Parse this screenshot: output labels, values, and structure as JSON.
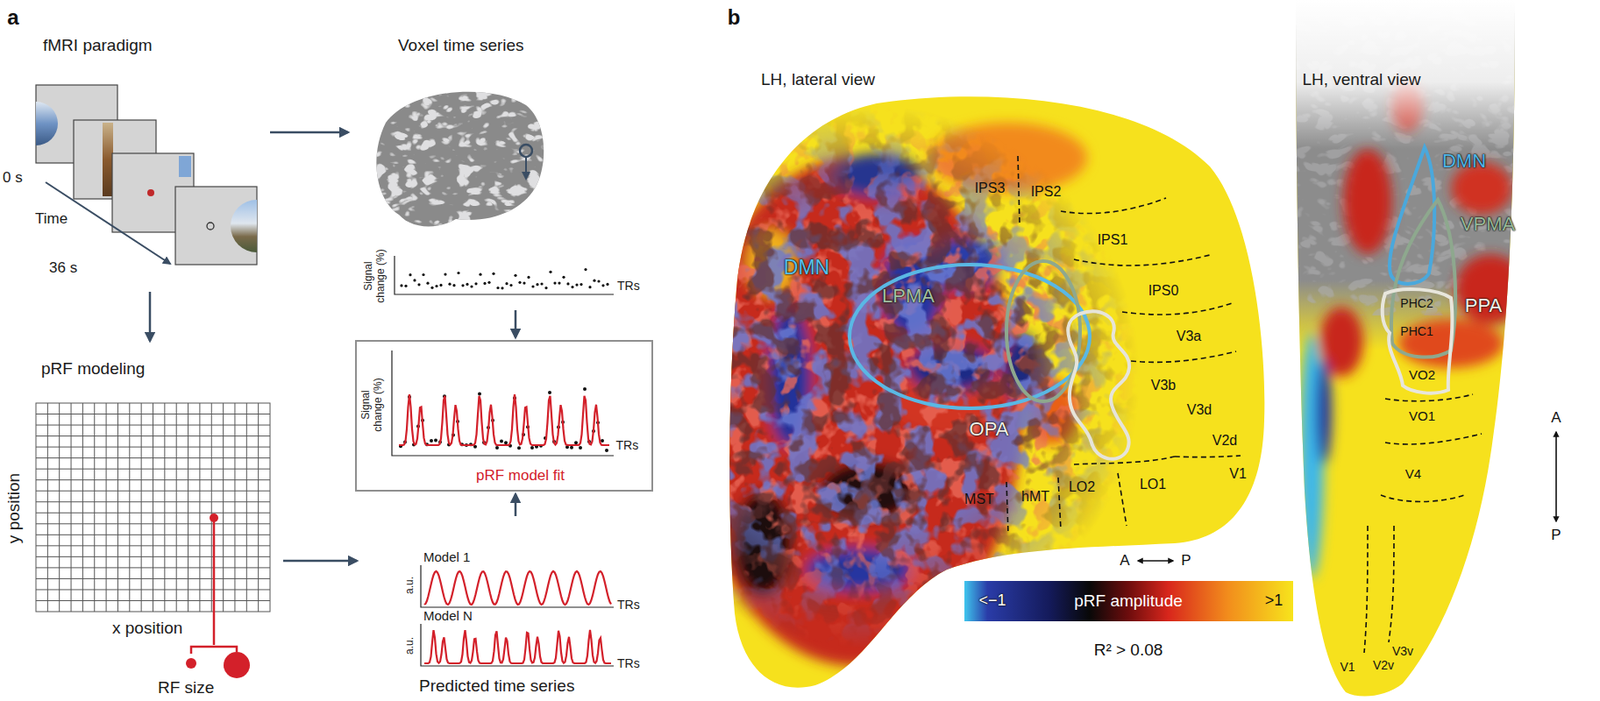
{
  "diagram": {
    "nodes": [
      {
        "text": [
          "fMRI paradigm",
          "0 s",
          "Time",
          "36 s"
        ]
      },
      {
        "text": [
          "Voxel time series",
          "Signal change (%)",
          "TRs"
        ]
      },
      {
        "text": [
          "Signal change (%)",
          "TRs",
          "pRF model fit"
        ]
      },
      {
        "text": [
          "pRF modeling",
          "y position",
          "x position",
          "RF size"
        ]
      },
      {
        "text": [
          "Model 1",
          "a.u.",
          "TRs",
          "Model N",
          "a.u.",
          "TRs",
          "Predicted time series"
        ]
      }
    ],
    "edges": [
      {
        "from": 0,
        "to": 1,
        "arrow": "to"
      },
      {
        "from": 0,
        "to": 3,
        "arrow": "to"
      },
      {
        "from": 1,
        "to": 2,
        "arrow": "to"
      },
      {
        "from": 3,
        "to": 4,
        "arrow": "to"
      },
      {
        "from": 4,
        "to": 2,
        "arrow": "to"
      }
    ],
    "labels": [
      "a",
      "b",
      "LH, lateral view",
      "IPS3",
      "IPS2",
      "IPS1",
      "IPS0",
      "V3a",
      "V3b",
      "V3d",
      "V2d",
      "V1",
      "LO1",
      "LO2",
      "hMT",
      "MST",
      "DMN",
      "LPMA",
      "OPA",
      "A",
      "P",
      "<−1",
      "pRF amplitude",
      ">1",
      "R² > 0.08",
      "LH, ventral view",
      "DMN",
      "VPMA",
      "PPA",
      "PHC2",
      "PHC1",
      "VO2",
      "VO1",
      "V4",
      "V1",
      "V2v",
      "V3v",
      "A",
      "P"
    ]
  }
}
